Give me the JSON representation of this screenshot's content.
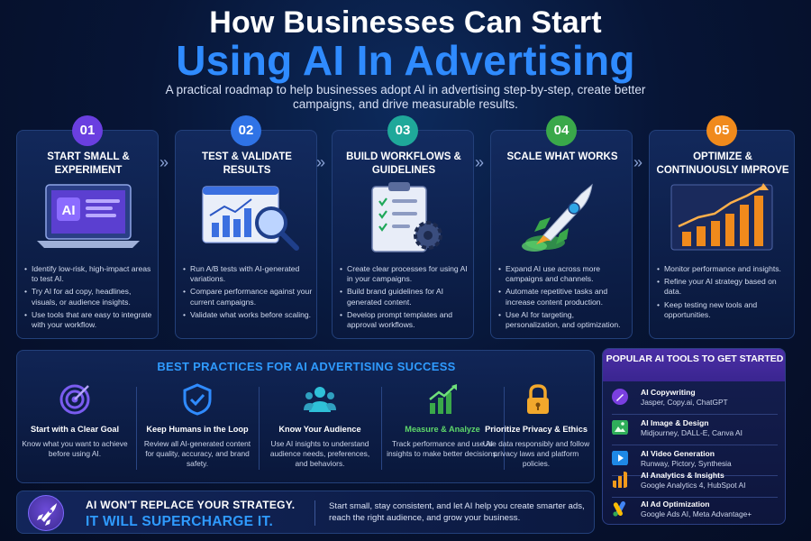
{
  "header": {
    "title_line1": "How Businesses Can Start",
    "title_line2": "Using AI In Advertising",
    "subtitle": "A practical roadmap to help businesses adopt AI in advertising step-by-step, create better campaigns, and drive measurable results."
  },
  "steps": [
    {
      "num": "01",
      "title": "START SMALL & EXPERIMENT",
      "color": "#6a3fe0",
      "illustration": "laptop-ai-icon",
      "illus_text": "AI",
      "items": [
        "Identify low-risk, high-impact areas to test AI.",
        "Try AI for ad copy, headlines, visuals, or audience insights.",
        "Use tools that are easy to integrate with your workflow."
      ]
    },
    {
      "num": "02",
      "title": "TEST & VALIDATE RESULTS",
      "color": "#2f73e6",
      "illustration": "analytics-magnifier-icon",
      "items": [
        "Run A/B tests with AI-generated variations.",
        "Compare performance against your current campaigns.",
        "Validate what works before scaling."
      ]
    },
    {
      "num": "03",
      "title": "BUILD WORKFLOWS & GUIDELINES",
      "color": "#1fa89a",
      "illustration": "clipboard-gear-icon",
      "items": [
        "Create clear processes for using AI in your campaigns.",
        "Build brand guidelines for AI generated content.",
        "Develop prompt templates and approval workflows."
      ]
    },
    {
      "num": "04",
      "title": "SCALE WHAT WORKS",
      "color": "#3aa84a",
      "illustration": "rocket-icon",
      "items": [
        "Expand AI use across more campaigns and channels.",
        "Automate repetitive tasks and increase content production.",
        "Use AI for targeting, personalization, and optimization."
      ]
    },
    {
      "num": "05",
      "title": "OPTIMIZE & CONTINUOUSLY IMPROVE",
      "color": "#f08a1c",
      "illustration": "growth-chart-icon",
      "items": [
        "Monitor performance and insights.",
        "Refine your AI strategy based on data.",
        "Keep testing new tools and opportunities."
      ]
    }
  ],
  "best_practices": {
    "title": "BEST PRACTICES FOR AI ADVERTISING SUCCESS",
    "items": [
      {
        "icon": "target-icon",
        "heading": "Start with a Clear Goal",
        "desc": "Know what you want to achieve before using AI.",
        "color": "#ffffff"
      },
      {
        "icon": "shield-check-icon",
        "heading": "Keep Humans in the Loop",
        "desc": "Review all AI-generated content for quality, accuracy, and brand safety.",
        "color": "#ffffff"
      },
      {
        "icon": "audience-icon",
        "heading": "Know Your Audience",
        "desc": "Use AI insights to understand audience needs, preferences, and behaviors.",
        "color": "#ffffff"
      },
      {
        "icon": "bar-growth-icon",
        "heading": "Measure & Analyze",
        "desc": "Track performance and use AI insights to make better decisions.",
        "color": "#5ed86a"
      },
      {
        "icon": "padlock-icon",
        "heading": "Prioritize Privacy & Ethics",
        "desc": "Use data responsibly and follow privacy laws and platform policies.",
        "color": "#ffffff"
      }
    ]
  },
  "tools": {
    "title": "POPULAR AI TOOLS TO GET STARTED",
    "items": [
      {
        "icon": "pen-icon",
        "name": "AI Copywriting",
        "vendors": "Jasper, Copy.ai, ChatGPT",
        "color": "#7a3fe0"
      },
      {
        "icon": "image-icon",
        "name": "AI Image & Design",
        "vendors": "Midjourney, DALL-E, Canva AI",
        "color": "#2fae5a"
      },
      {
        "icon": "play-icon",
        "name": "AI Video Generation",
        "vendors": "Runway, Pictory, Synthesia",
        "color": "#1e88e5"
      },
      {
        "icon": "analytics-icon",
        "name": "AI Analytics & Insights",
        "vendors": "Google Analytics 4, HubSpot AI",
        "color": "#f29a1c"
      },
      {
        "icon": "google-ads-icon",
        "name": "AI Ad Optimization",
        "vendors": "Google Ads AI, Meta Advantage+",
        "color": "#4285f4"
      }
    ]
  },
  "bottom": {
    "line1": "AI WON'T REPLACE YOUR STRATEGY.",
    "line2": "IT WILL SUPERCHARGE IT.",
    "text": "Start small, stay consistent, and let AI help you create smarter ads, reach the right audience, and grow your business."
  }
}
